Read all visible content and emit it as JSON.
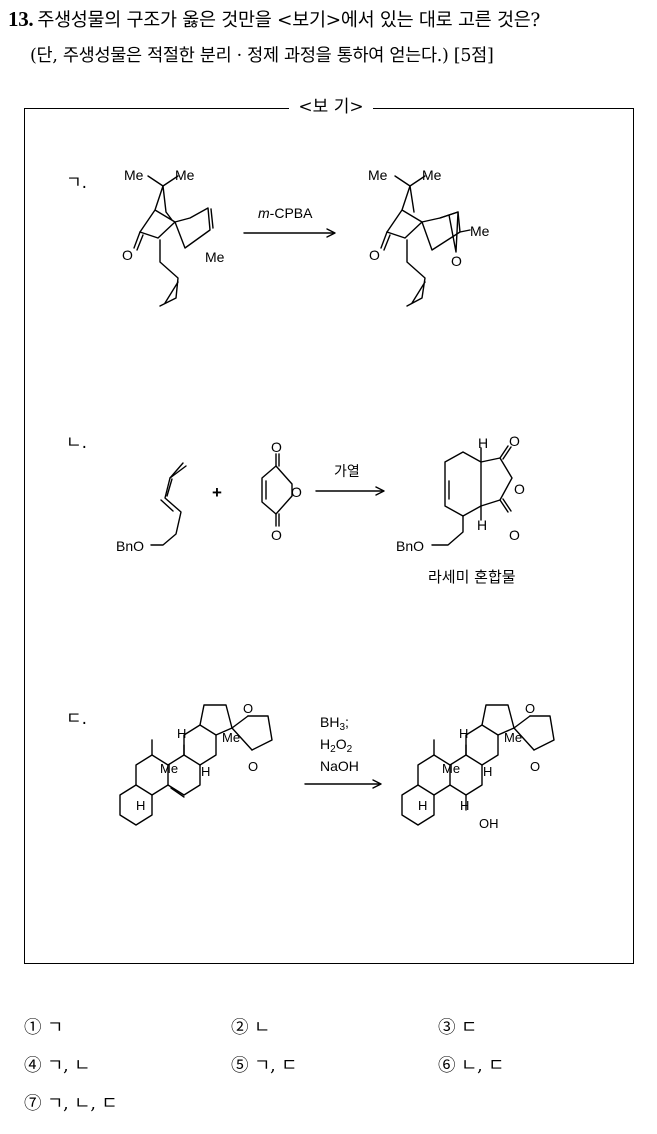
{
  "question": {
    "number": "13.",
    "text": "주생성물의 구조가 옳은 것만을 <보기>에서 있는 대로 고른 것은?",
    "note": "(단, 주생성물은 적절한 분리 · 정제 과정을 통하여 얻는다.) [5점]"
  },
  "box": {
    "title": "<보 기>",
    "items": [
      {
        "label": "ㄱ.",
        "reagent": "m-CPBA",
        "reagent_italic": "m"
      },
      {
        "label": "ㄴ.",
        "reagent": "가열",
        "plus": "+",
        "product_note": "라세미 혼합물"
      },
      {
        "label": "ㄷ.",
        "reagent_lines": [
          "BH3;",
          "H2O2",
          "NaOH"
        ]
      }
    ],
    "atom_labels": {
      "me": "Me",
      "o": "O",
      "h": "H",
      "oh": "OH",
      "bno": "BnO",
      "bh": "BH",
      "sub3": "3",
      "h2": "H",
      "sub2": "2",
      "o2": "O",
      "naoh": "NaOH",
      "semi": ";"
    }
  },
  "choices": [
    {
      "num": "①",
      "text": "ㄱ"
    },
    {
      "num": "②",
      "text": "ㄴ"
    },
    {
      "num": "③",
      "text": "ㄷ"
    },
    {
      "num": "④",
      "text": "ㄱ, ㄴ"
    },
    {
      "num": "⑤",
      "text": "ㄱ, ㄷ"
    },
    {
      "num": "⑥",
      "text": "ㄴ, ㄷ"
    },
    {
      "num": "⑦",
      "text": "ㄱ, ㄴ, ㄷ"
    }
  ]
}
